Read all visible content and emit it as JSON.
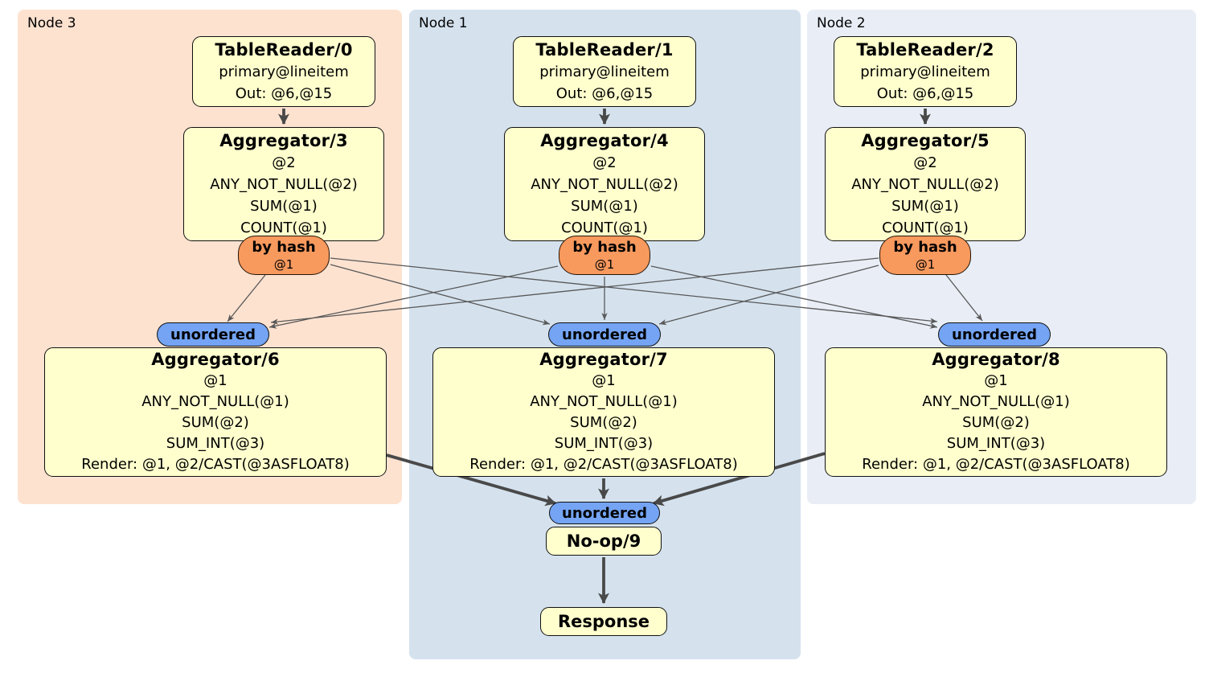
{
  "regions": [
    {
      "label": "Node 3"
    },
    {
      "label": "Node 1"
    },
    {
      "label": "Node 2"
    }
  ],
  "columns": [
    {
      "table_reader": {
        "title": "TableReader/0",
        "lines": [
          "primary@lineitem",
          "Out: @6,@15"
        ]
      },
      "aggregator_top": {
        "title": "Aggregator/3",
        "lines": [
          "@2",
          "ANY_NOT_NULL(@2)",
          "SUM(@1)",
          "COUNT(@1)"
        ]
      },
      "hash_router": {
        "title": "by hash",
        "subtitle": "@1"
      },
      "stream_label": "unordered",
      "aggregator_bottom": {
        "title": "Aggregator/6",
        "lines": [
          "@1",
          "ANY_NOT_NULL(@1)",
          "SUM(@2)",
          "SUM_INT(@3)",
          "Render: @1, @2/CAST(@3ASFLOAT8)"
        ]
      }
    },
    {
      "table_reader": {
        "title": "TableReader/1",
        "lines": [
          "primary@lineitem",
          "Out: @6,@15"
        ]
      },
      "aggregator_top": {
        "title": "Aggregator/4",
        "lines": [
          "@2",
          "ANY_NOT_NULL(@2)",
          "SUM(@1)",
          "COUNT(@1)"
        ]
      },
      "hash_router": {
        "title": "by hash",
        "subtitle": "@1"
      },
      "stream_label": "unordered",
      "aggregator_bottom": {
        "title": "Aggregator/7",
        "lines": [
          "@1",
          "ANY_NOT_NULL(@1)",
          "SUM(@2)",
          "SUM_INT(@3)",
          "Render: @1, @2/CAST(@3ASFLOAT8)"
        ]
      }
    },
    {
      "table_reader": {
        "title": "TableReader/2",
        "lines": [
          "primary@lineitem",
          "Out: @6,@15"
        ]
      },
      "aggregator_top": {
        "title": "Aggregator/5",
        "lines": [
          "@2",
          "ANY_NOT_NULL(@2)",
          "SUM(@1)",
          "COUNT(@1)"
        ]
      },
      "hash_router": {
        "title": "by hash",
        "subtitle": "@1"
      },
      "stream_label": "unordered",
      "aggregator_bottom": {
        "title": "Aggregator/8",
        "lines": [
          "@1",
          "ANY_NOT_NULL(@1)",
          "SUM(@2)",
          "SUM_INT(@3)",
          "Render: @1, @2/CAST(@3ASFLOAT8)"
        ]
      }
    }
  ],
  "sink": {
    "stream_label": "unordered",
    "noop_title": "No-op/9",
    "response_title": "Response"
  },
  "colors": {
    "node3_bg": "#fde2d0",
    "node1_bg": "#d5e2ee",
    "node2_bg": "#e9eef6",
    "operator_fill": "#ffffce",
    "router_fill": "#f8995e",
    "stream_fill": "#74a4f3",
    "edge_thin": "#585858",
    "edge_thick": "#494949"
  }
}
